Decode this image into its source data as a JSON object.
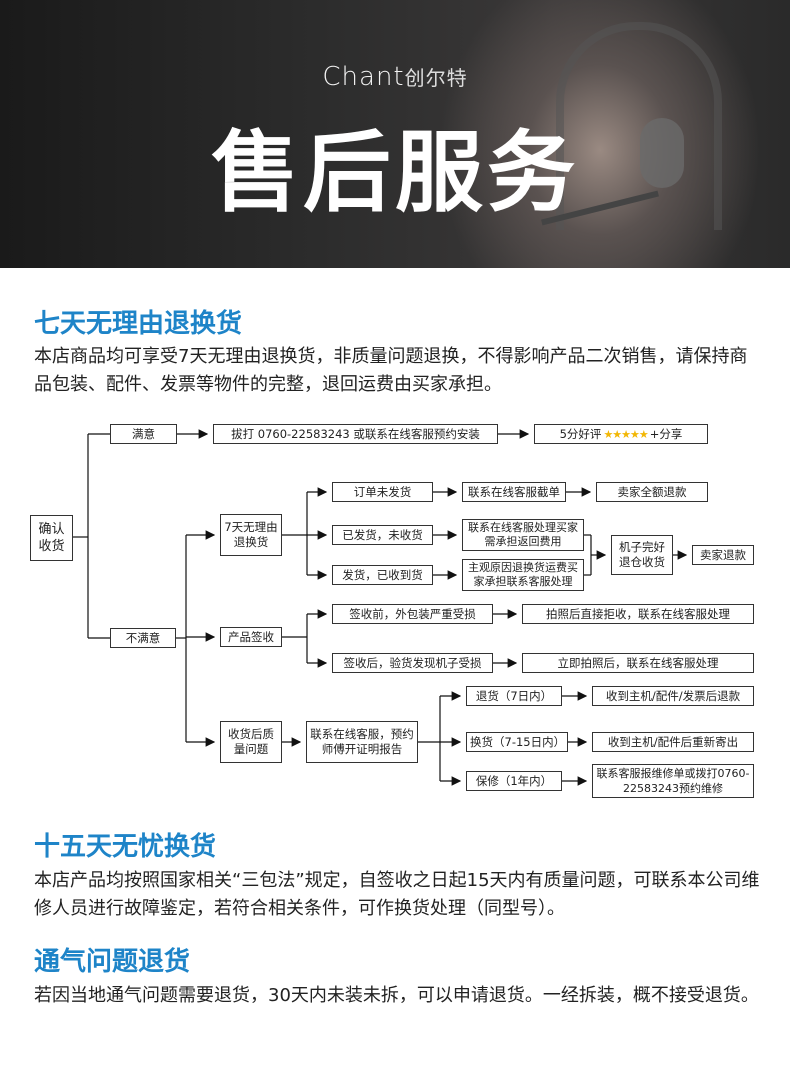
{
  "banner": {
    "brand_en": "Chant",
    "brand_cn": "创尔特",
    "title": "售后服务"
  },
  "sections": {
    "s1": {
      "title": "七天无理由退换货",
      "body": "本店商品均可享受7天无理由退换货，非质量问题退换，不得影响产品二次销售，请保持商品包装、配件、发票等物件的完整，退回运费由买家承担。"
    },
    "s2": {
      "title": "十五天无忧换货",
      "body": "本店产品均按照国家相关“三包法”规定，自签收之日起15天内有质量问题，可联系本公司维修人员进行故障鉴定，若符合相关条件，可作换货处理（同型号）。"
    },
    "s3": {
      "title": "通气问题退货",
      "body": "若因当地通气问题需要退货，30天内未装未拆，可以申请退货。一经拆装，概不接受退货。"
    }
  },
  "flow": {
    "confirm": "确认收货",
    "satisfied": "满意",
    "call": "拔打 0760-22583243 或联系在线客服预约安装",
    "review_prefix": "5分好评",
    "review_suffix": "+分享",
    "stars": "★★★★★",
    "unsatisfied": "不满意",
    "seven_day": "7天无理由退换货",
    "not_shipped": "订单未发货",
    "contact_intercept": "联系在线客服截单",
    "full_refund": "卖家全额退款",
    "shipped_not_received": "已发货，未收货",
    "contact_buyer_pays": "联系在线客服处理买家需承担返回费用",
    "shipped_received": "发货，已收到货",
    "subjective_return": "主观原因退换货运费买家承担联系客服处理",
    "machine_ok": "机子完好退仓收货",
    "seller_refund": "卖家退款",
    "product_signing": "产品签收",
    "before_signing": "签收前，外包装严重受损",
    "refuse_photo": "拍照后直接拒收，联系在线客服处理",
    "after_signing": "签收后，验货发现机子受损",
    "photo_contact": "立即拍照后，联系在线客服处理",
    "after_sale_quality": "收货后质量问题",
    "contact_technician": "联系在线客服，预约师傅开证明报告",
    "return_7": "退货（7日内）",
    "return_result": "收到主机/配件/发票后退款",
    "exchange_715": "换货（7-15日内）",
    "exchange_result": "收到主机/配件后重新寄出",
    "warranty_1y": "保修（1年内）",
    "warranty_result": "联系客服报维修单或拨打0760-22583243预约维修"
  }
}
